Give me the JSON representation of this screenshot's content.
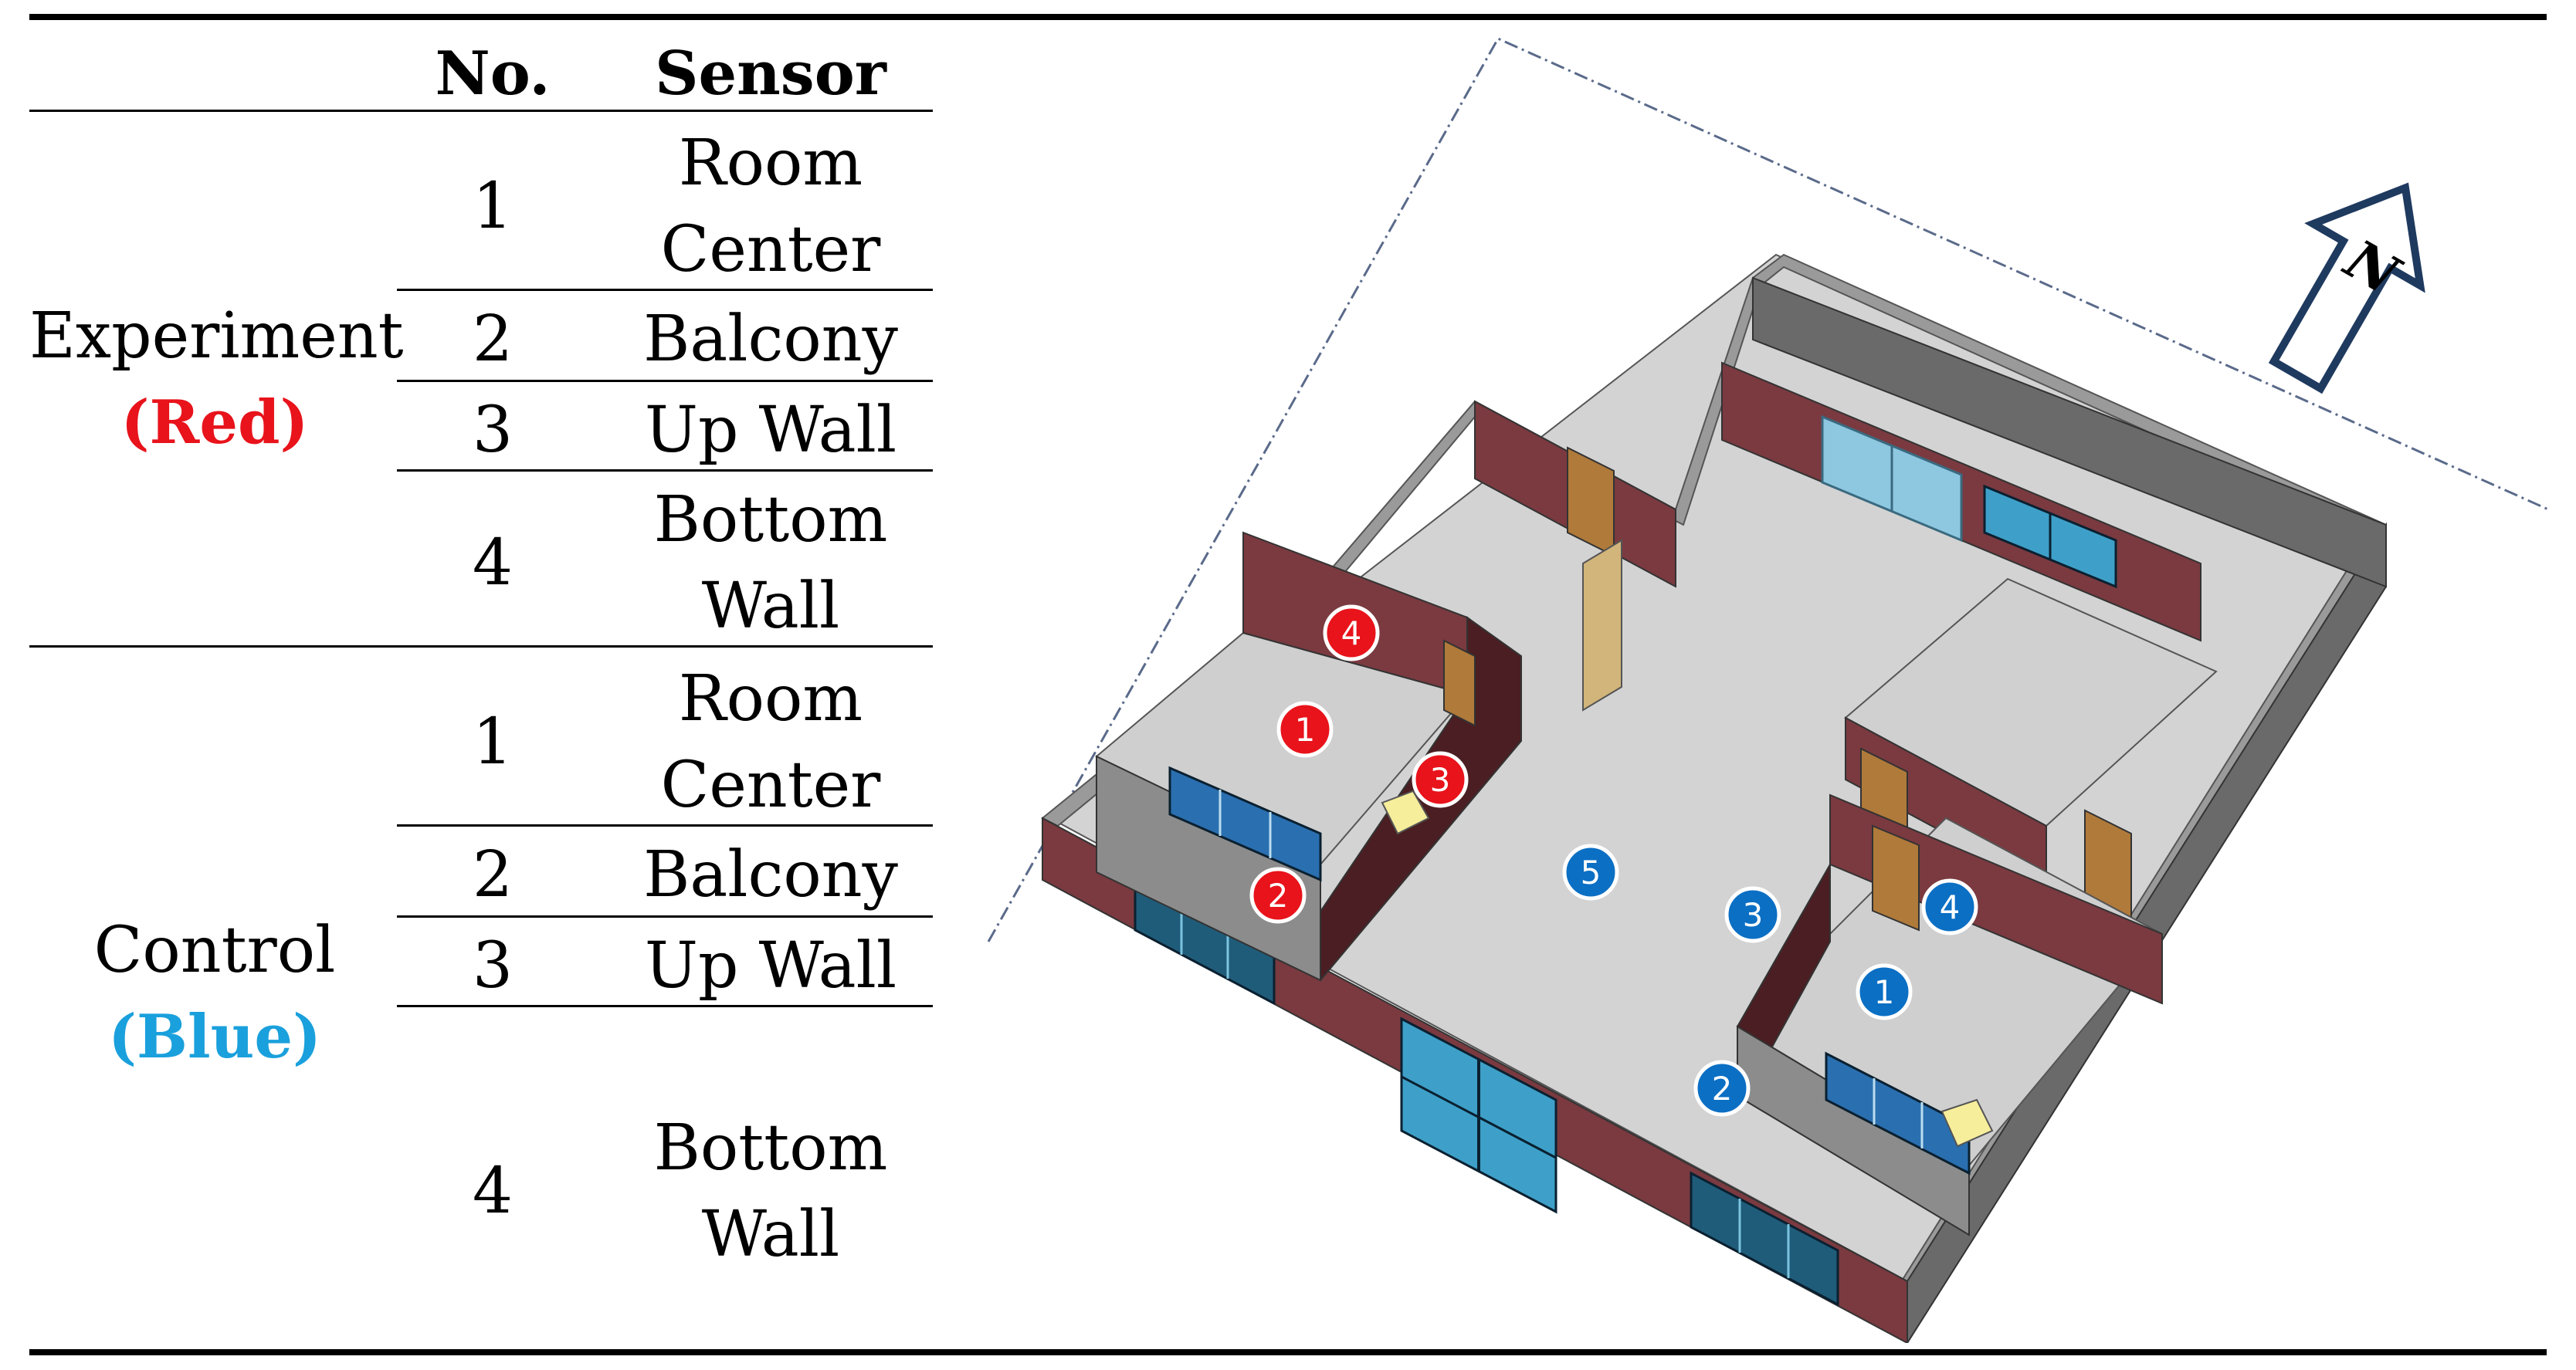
{
  "table": {
    "headers": {
      "no": "No.",
      "sensor": "Sensor"
    },
    "groups": [
      {
        "name": "Experiment",
        "color_label": "(Red)",
        "color": "#e8131b",
        "rows": [
          {
            "no": "1",
            "sensor_line1": "Room",
            "sensor_line2": "Center"
          },
          {
            "no": "2",
            "sensor_line1": "Balcony"
          },
          {
            "no": "3",
            "sensor_line1": "Up Wall"
          },
          {
            "no": "4",
            "sensor_line1": "Bottom",
            "sensor_line2": "Wall"
          }
        ]
      },
      {
        "name": "Control",
        "color_label": "(Blue)",
        "color": "#1aa0dc",
        "rows": [
          {
            "no": "1",
            "sensor_line1": "Room",
            "sensor_line2": "Center"
          },
          {
            "no": "2",
            "sensor_line1": "Balcony"
          },
          {
            "no": "3",
            "sensor_line1": "Up Wall"
          },
          {
            "no": "4",
            "sensor_line1": "Bottom",
            "sensor_line2": "Wall"
          }
        ]
      }
    ]
  },
  "plan": {
    "north_label": "N",
    "red_markers": [
      "1",
      "2",
      "3",
      "4"
    ],
    "blue_markers": [
      "1",
      "2",
      "3",
      "4",
      "5"
    ],
    "red_marker_color": "#e8131b",
    "blue_marker_color": "#0b6fc4",
    "wall_color": "#7a3a40",
    "floor_color": "#d3d3d3",
    "door_color": "#b07a3a",
    "window_color": "#3ea0c8"
  }
}
